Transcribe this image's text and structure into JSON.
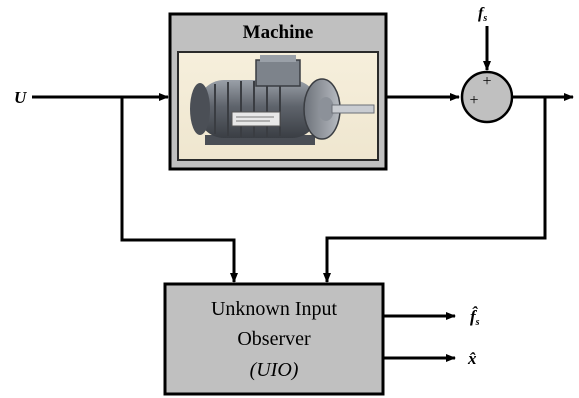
{
  "machine": {
    "title": "Machine",
    "image_icon": "electric-motor-icon"
  },
  "inputs": {
    "u_label": "U",
    "fault_label_main": "f",
    "fault_label_sub": "s"
  },
  "summing_junction": {
    "top_sign": "+",
    "left_sign": "+"
  },
  "observer": {
    "line1": "Unknown Input",
    "line2": "Observer",
    "line3": "(UIO)"
  },
  "outputs": {
    "fault_estimate_main": "f̂",
    "fault_estimate_sub": "s",
    "state_estimate": "x̂"
  },
  "colors": {
    "block_fill": "#c0c0c0",
    "line": "#000000",
    "image_border": "#2a2a2a"
  }
}
